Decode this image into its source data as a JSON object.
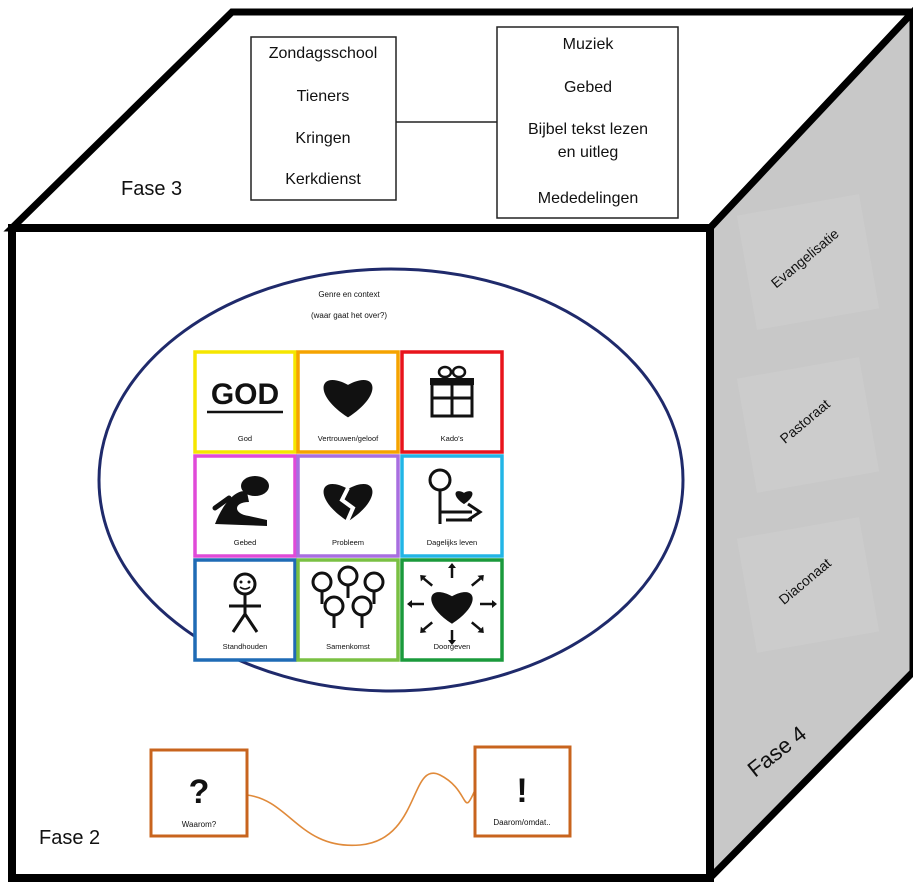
{
  "top_face": {
    "phase_label": "Fase 3",
    "left_box_items": [
      "Zondagsschool",
      "Tieners",
      "Kringen",
      "Kerkdienst"
    ],
    "right_box_items": [
      "Muziek",
      "Gebed",
      "Bijbel tekst lezen",
      "en uitleg",
      "Mededelingen"
    ]
  },
  "front_face": {
    "phase_label": "Fase 2",
    "circle_title_line1": "Genre en context",
    "circle_title_line2": "(waar gaat het over?)",
    "tiles": [
      {
        "label": "God",
        "icon_text": "GOD",
        "icon": "god-text-icon",
        "color": "#f5e600"
      },
      {
        "label": "Vertrouwen/geloof",
        "icon": "heart-icon",
        "color": "#f5a300"
      },
      {
        "label": "Kado's",
        "icon": "gift-icon",
        "color": "#e8141c"
      },
      {
        "label": "Gebed",
        "icon": "kneeling-person-icon",
        "color": "#e04ad8"
      },
      {
        "label": "Probleem",
        "icon": "broken-heart-icon",
        "color": "#a86ee0"
      },
      {
        "label": "Dagelijks leven",
        "icon": "person-heart-arrow-icon",
        "color": "#22b5e6"
      },
      {
        "label": "Standhouden",
        "icon": "stick-figure-icon",
        "color": "#1f6bb5"
      },
      {
        "label": "Samenkomst",
        "icon": "group-people-icon",
        "color": "#7ac043"
      },
      {
        "label": "Doorgeven",
        "icon": "heart-radiating-arrows-icon",
        "color": "#1a9a3c"
      }
    ],
    "question_box": {
      "symbol": "?",
      "label": "Waarom?",
      "color": "#c8641e"
    },
    "answer_box": {
      "symbol": "!",
      "label": "Daarom/omdat..",
      "color": "#c8641e"
    }
  },
  "side_face": {
    "phase_label": "Fase 4",
    "items": [
      "Evangelisatie",
      "Pastoraat",
      "Diaconaat"
    ]
  },
  "colors": {
    "circle": "#1f2a6b",
    "side_face": "#c8c8c8",
    "connector": "#e08a3a"
  }
}
